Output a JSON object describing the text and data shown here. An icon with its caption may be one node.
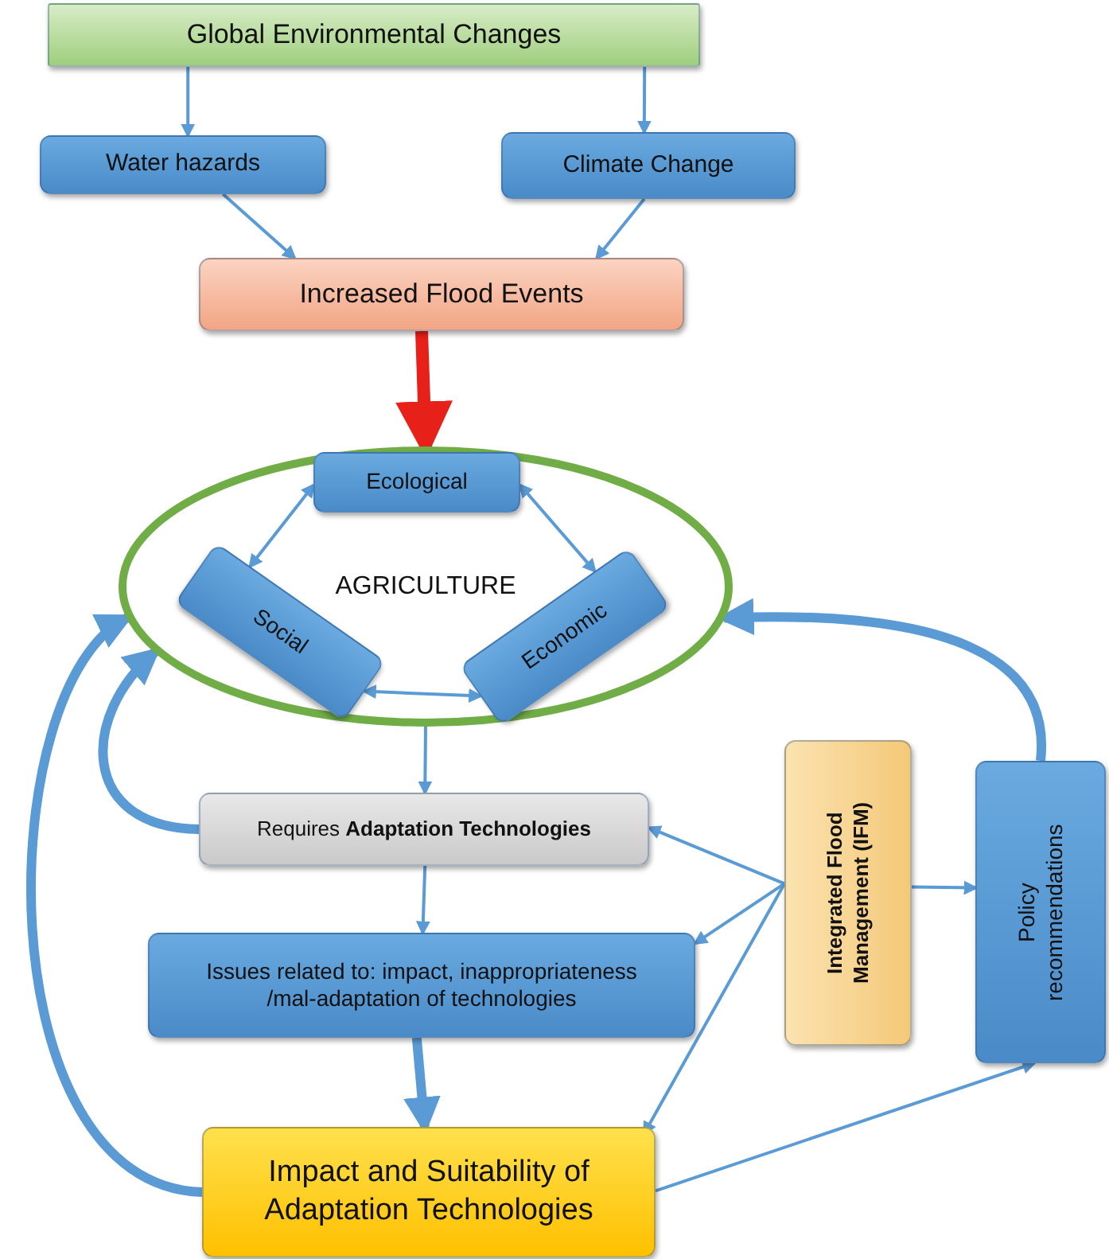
{
  "diagram": {
    "nodes": [
      {
        "text": [
          "Global Environmental Changes"
        ]
      },
      {
        "text": [
          "Water hazards"
        ]
      },
      {
        "text": [
          "Climate Change"
        ]
      },
      {
        "text": [
          "Increased Flood Events"
        ]
      },
      {
        "text": [
          "AGRICULTURE"
        ]
      },
      {
        "text": [
          "Ecological"
        ],
        "in": 4
      },
      {
        "text": [
          "Social"
        ],
        "in": 4
      },
      {
        "text": [
          "Economic"
        ],
        "in": 4
      },
      {
        "text": [
          "Requires **Adaptation Technologies**"
        ]
      },
      {
        "text": [
          "Issues related to: impact, inappropriateness /mal-adaptation of technologies"
        ]
      },
      {
        "text": [
          "Integrated Flood Management (IFM)"
        ]
      },
      {
        "text": [
          "Policy recommendations"
        ]
      },
      {
        "text": [
          "Impact and Suitability of Adaptation Technologies"
        ]
      }
    ],
    "edges": [
      {
        "from": 0,
        "to": 1,
        "arrow": "to"
      },
      {
        "from": 0,
        "to": 2,
        "arrow": "to"
      },
      {
        "from": 1,
        "to": 3,
        "arrow": "to"
      },
      {
        "from": 2,
        "to": 3,
        "arrow": "to"
      },
      {
        "from": 3,
        "to": 4,
        "arrow": "to",
        "style": "thick",
        "color": "#e8201a"
      },
      {
        "from": 5,
        "to": 6,
        "arrow": "both"
      },
      {
        "from": 5,
        "to": 7,
        "arrow": "both"
      },
      {
        "from": 6,
        "to": 7,
        "arrow": "both"
      },
      {
        "from": 4,
        "to": 8,
        "arrow": "to"
      },
      {
        "from": 8,
        "to": 9,
        "arrow": "to"
      },
      {
        "from": 9,
        "to": 12,
        "arrow": "to",
        "style": "thick"
      },
      {
        "from": 10,
        "to": 8,
        "arrow": "to"
      },
      {
        "from": 10,
        "to": 9,
        "arrow": "to"
      },
      {
        "from": 10,
        "to": 12,
        "arrow": "to"
      },
      {
        "from": 10,
        "to": 11,
        "arrow": "to"
      },
      {
        "from": 12,
        "to": 11,
        "arrow": "to"
      },
      {
        "from": 11,
        "to": 4,
        "arrow": "to",
        "style": "thick"
      },
      {
        "from": 8,
        "to": 4,
        "arrow": "to",
        "style": "thick"
      },
      {
        "from": 12,
        "to": 4,
        "arrow": "to",
        "style": "thick"
      }
    ]
  }
}
